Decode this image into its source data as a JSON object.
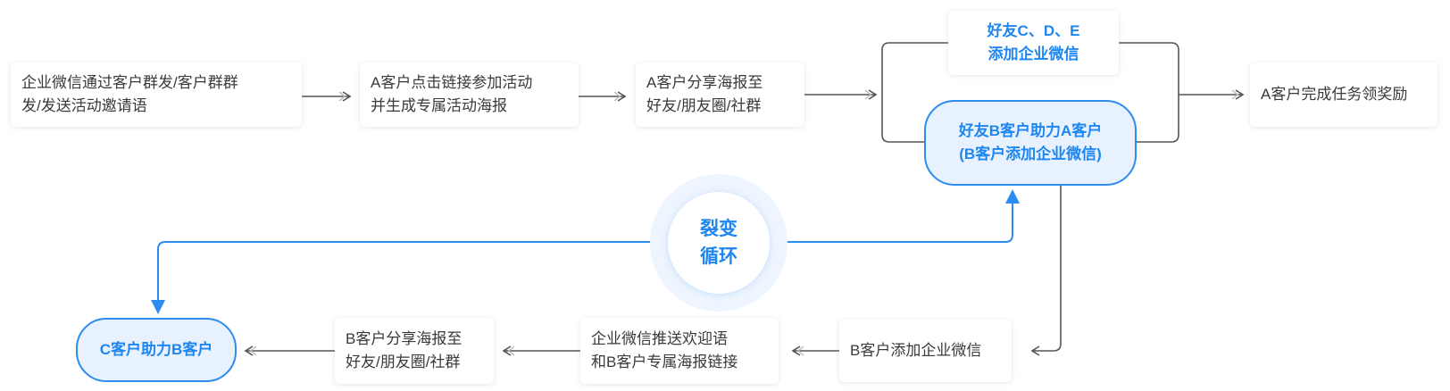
{
  "colors": {
    "accent": "#2d8cf0",
    "connector": "#555555",
    "pill_fill": "#e8f2ff"
  },
  "nodes": {
    "step1": {
      "lines": [
        "企业微信通过客户群发/客户群群",
        "发/发送活动邀请语"
      ]
    },
    "step2": {
      "lines": [
        "A客户点击链接参加活动",
        "并生成专属活动海报"
      ]
    },
    "step3": {
      "lines": [
        "A客户分享海报至",
        "好友/朋友圈/社群"
      ]
    },
    "friends_cde": {
      "lines": [
        "好友C、D、E",
        "添加企业微信"
      ]
    },
    "friend_b": {
      "lines": [
        "好友B客户助力A客户",
        "(B客户添加企业微信)"
      ]
    },
    "step_reward": {
      "lines": [
        "A客户完成任务领奖励"
      ]
    },
    "b_add": {
      "lines": [
        "B客户添加企业微信"
      ]
    },
    "push_welcome": {
      "lines": [
        "企业微信推送欢迎语",
        "和B客户专属海报链接"
      ]
    },
    "b_share": {
      "lines": [
        "B客户分享海报至",
        "好友/朋友圈/社群"
      ]
    },
    "c_help": {
      "lines": [
        "C客户助力B客户"
      ]
    },
    "cycle": {
      "lines": [
        "裂变",
        "循环"
      ]
    }
  }
}
